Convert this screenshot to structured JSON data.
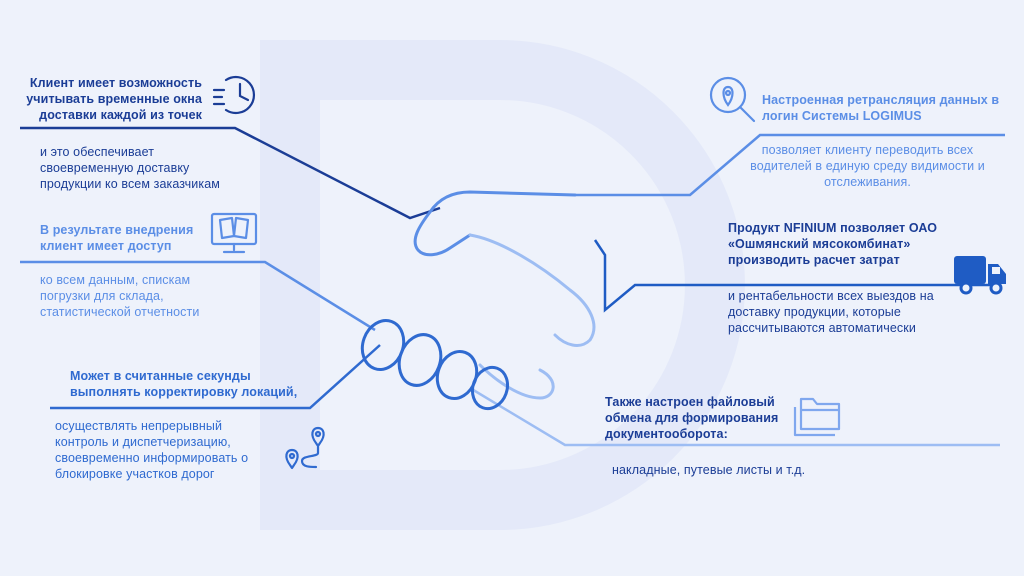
{
  "blocks": {
    "b1": {
      "heading": "Клиент имеет возможность учитывать временные окна доставки каждой из точек",
      "body": "и это обеспечивает своевременную доставку продукции ко всем заказчикам"
    },
    "b2": {
      "heading": "В результате внедрения клиент имеет доступ",
      "body": "ко всем данным, спискам погрузки для склада, статистической отчетности"
    },
    "b3": {
      "heading": "Может в считанные секунды выполнять корректировку локаций,",
      "body": "осуществлять непрерывный контроль и диспетчеризацию, своевременно информировать о блокировке участков дорог"
    },
    "b4": {
      "heading": "Настроенная ретрансляция данных в логин Системы LOGIMUS",
      "body": "позволяет клиенту переводить всех водителей в единую среду видимости и отслеживания."
    },
    "b5": {
      "heading": "Продукт NFINIUM позволяет ОАО «Ошмянский мясокомбинат» производить расчет затрат",
      "body": "и рентабельности всех выездов на доставку продукции, которые рассчитываются автоматически"
    },
    "b6": {
      "heading": "Также настроен файловый обмена для формирования документооборота:",
      "body": "накладные, путевые листы и т.д."
    }
  },
  "icons": {
    "b1": "clock-list-icon",
    "b2": "open-book-monitor-icon",
    "b3": "route-pins-icon",
    "b4": "location-search-icon",
    "b5": "delivery-truck-icon",
    "b6": "folders-icon"
  },
  "colors": {
    "background": "#eef2fb",
    "dark_blue": "#1b3d96",
    "mid_blue": "#2f6ad0",
    "light_blue": "#5b8ee6",
    "pale_blue": "#9dbdf3",
    "watermark": "#e3e9f8"
  }
}
